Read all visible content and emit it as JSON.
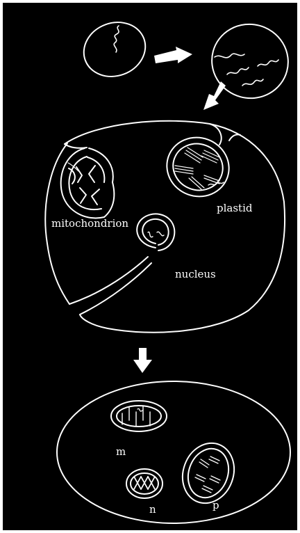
{
  "labels": {
    "mitochondrion": "mitochondrion",
    "plastid": "plastid",
    "nucleus": "nucleus",
    "m": "m",
    "n": "n",
    "p": "p"
  },
  "colors": {
    "background": "#000000",
    "line": "#ffffff",
    "border": "#ffffff"
  },
  "icons": {
    "arrow": "arrow-icon",
    "dna": "dna-strand-icon",
    "chromosome": "chromosome-icon",
    "thylakoid": "thylakoid-stack-icon"
  }
}
